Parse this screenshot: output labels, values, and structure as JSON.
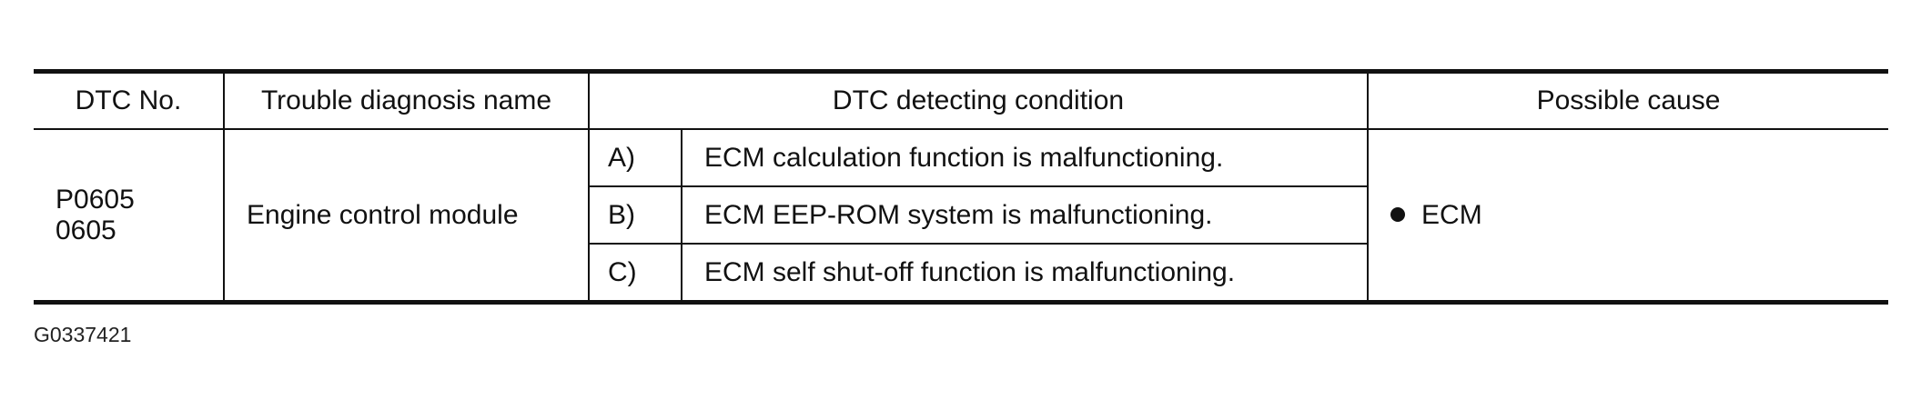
{
  "table": {
    "headers": {
      "dtc_no": "DTC No.",
      "trouble_name": "Trouble diagnosis name",
      "detecting_condition": "DTC detecting condition",
      "possible_cause": "Possible cause"
    },
    "dtc_codes": [
      "P0605",
      "0605"
    ],
    "trouble_name": "Engine control module",
    "conditions": [
      {
        "letter": "A)",
        "text": "ECM calculation function is malfunctioning."
      },
      {
        "letter": "B)",
        "text": "ECM EEP-ROM system is malfunctioning."
      },
      {
        "letter": "C)",
        "text": "ECM self shut-off function is malfunctioning."
      }
    ],
    "possible_cause": "ECM"
  },
  "figure_code": "G0337421"
}
